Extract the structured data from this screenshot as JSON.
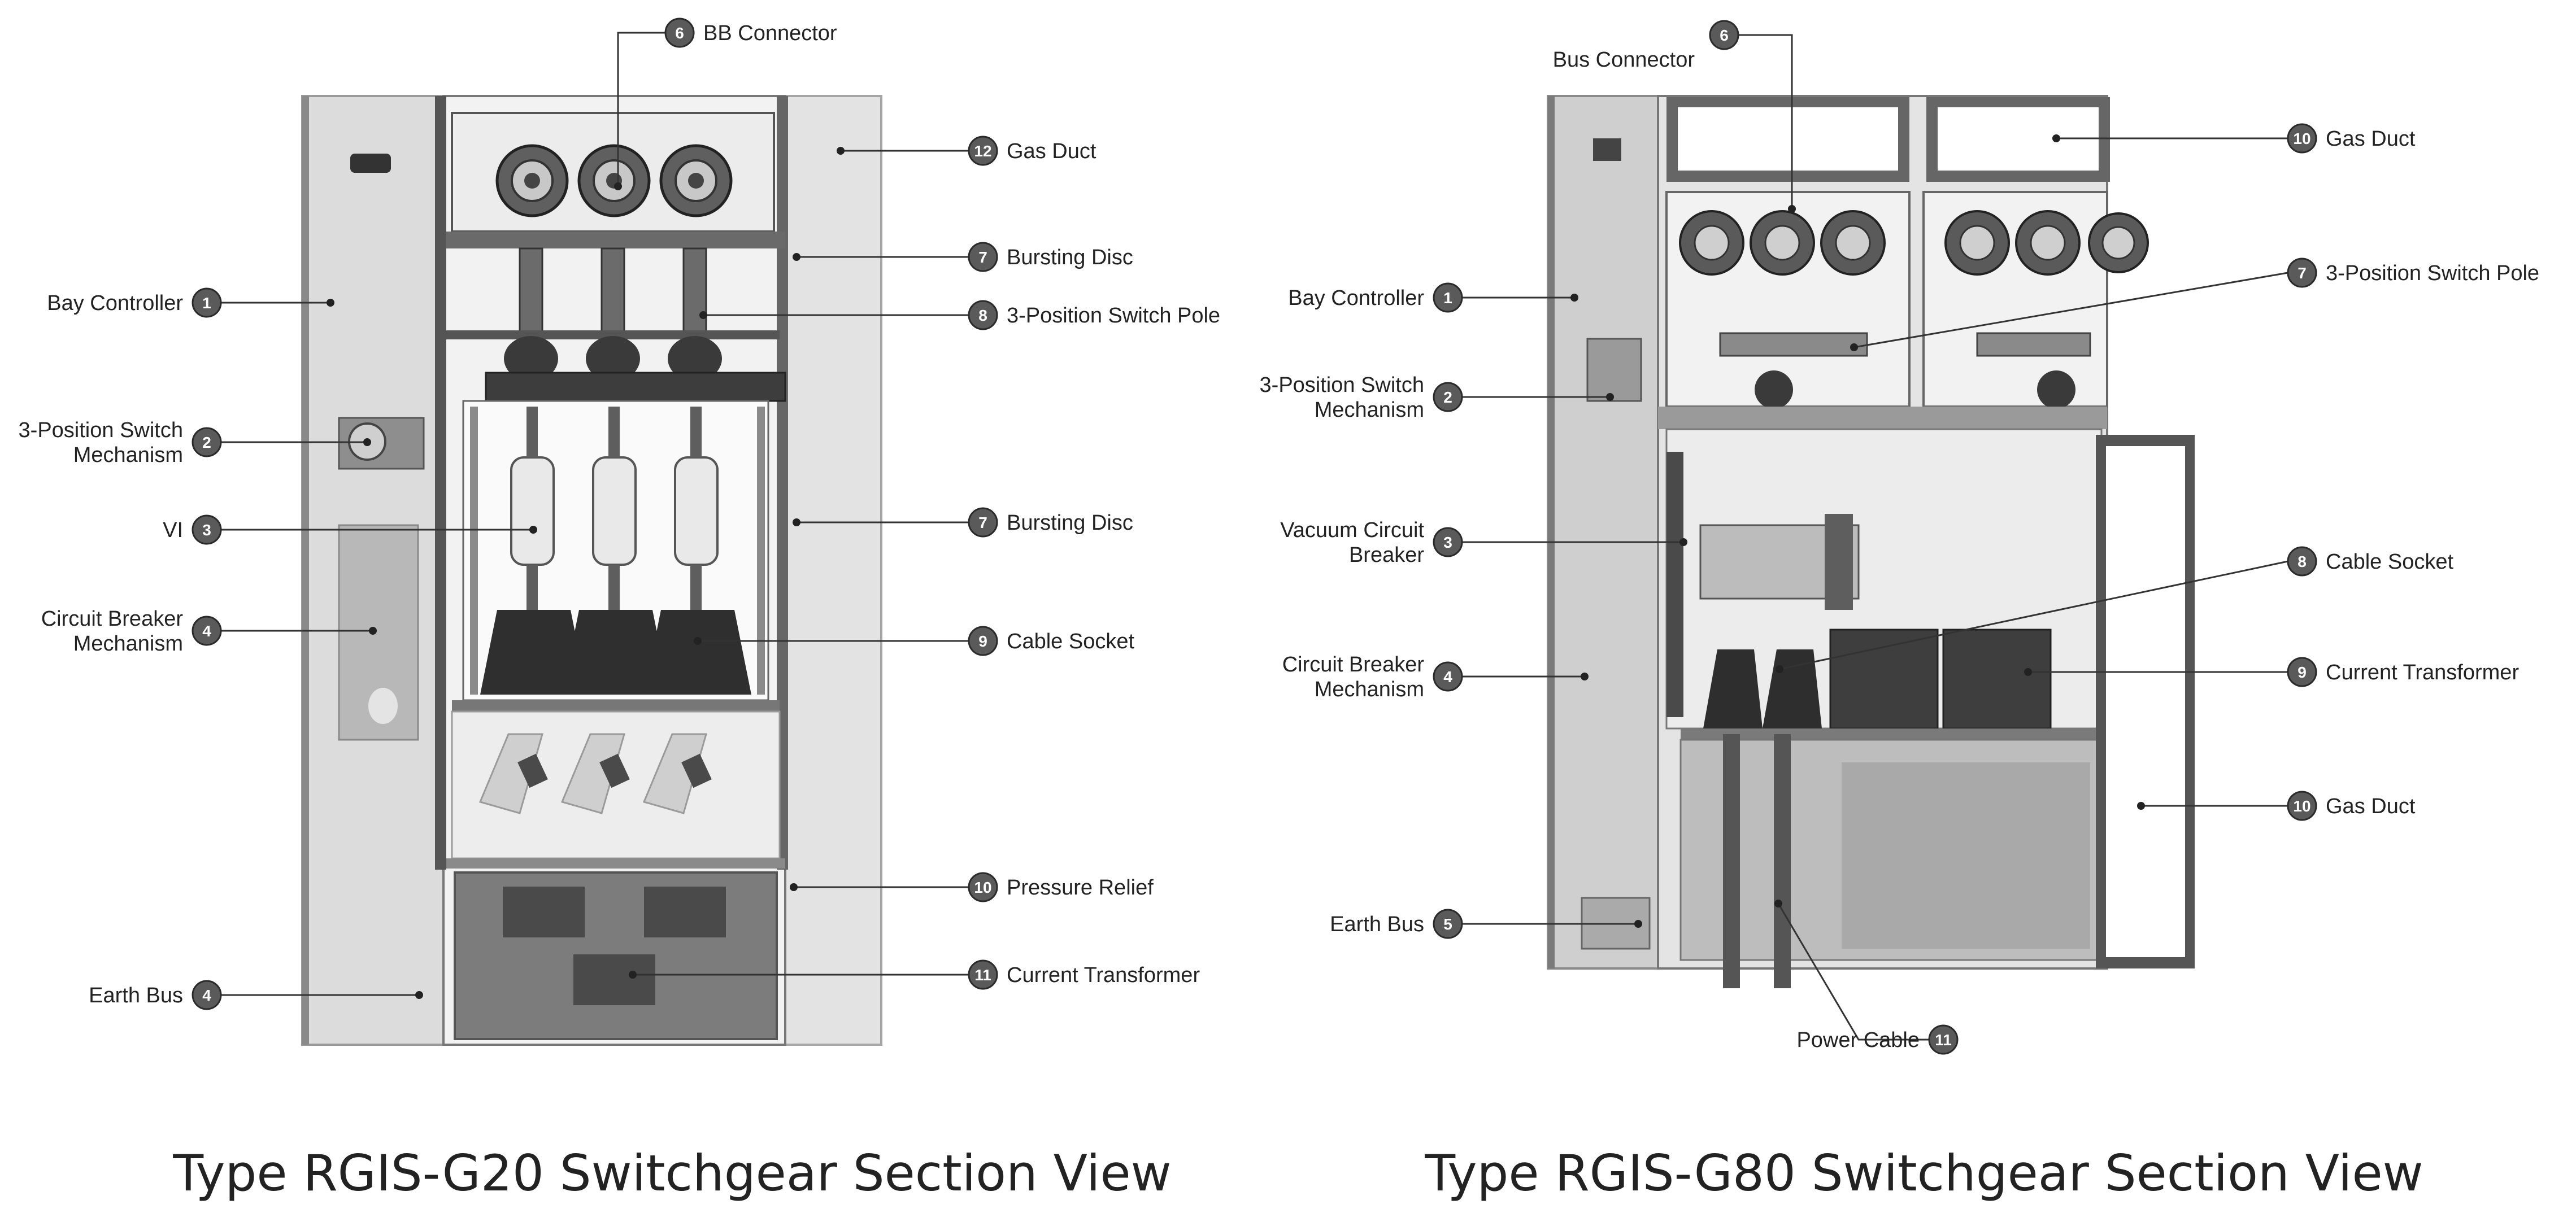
{
  "views": [
    {
      "caption": "Type RGIS-G20 Switchgear Section View",
      "callouts": [
        {
          "num": "6",
          "text": "BB Connector"
        },
        {
          "num": "12",
          "text": "Gas Duct"
        },
        {
          "num": "7",
          "text": "Bursting Disc"
        },
        {
          "num": "8",
          "text": "3-Position Switch Pole"
        },
        {
          "num": "1",
          "text": "Bay Controller"
        },
        {
          "num": "2",
          "text": "3-Position Switch\nMechanism"
        },
        {
          "num": "3",
          "text": "VI"
        },
        {
          "num": "7",
          "text": "Bursting Disc"
        },
        {
          "num": "4",
          "text": "Circuit Breaker\nMechanism"
        },
        {
          "num": "9",
          "text": "Cable Socket"
        },
        {
          "num": "10",
          "text": "Pressure Relief"
        },
        {
          "num": "4",
          "text": "Earth Bus"
        },
        {
          "num": "11",
          "text": "Current Transformer"
        }
      ]
    },
    {
      "caption": "Type RGIS-G80 Switchgear Section View",
      "callouts": [
        {
          "num": "6",
          "text": "Bus Connector"
        },
        {
          "num": "10",
          "text": "Gas Duct"
        },
        {
          "num": "1",
          "text": "Bay Controller"
        },
        {
          "num": "7",
          "text": "3-Position Switch Pole"
        },
        {
          "num": "2",
          "text": "3-Position Switch\nMechanism"
        },
        {
          "num": "3",
          "text": "Vacuum Circuit\nBreaker"
        },
        {
          "num": "8",
          "text": "Cable Socket"
        },
        {
          "num": "4",
          "text": "Circuit Breaker\nMechanism"
        },
        {
          "num": "9",
          "text": "Current Transformer"
        },
        {
          "num": "10",
          "text": "Gas Duct"
        },
        {
          "num": "5",
          "text": "Earth Bus"
        },
        {
          "num": "11",
          "text": "Power Cable"
        }
      ]
    }
  ]
}
